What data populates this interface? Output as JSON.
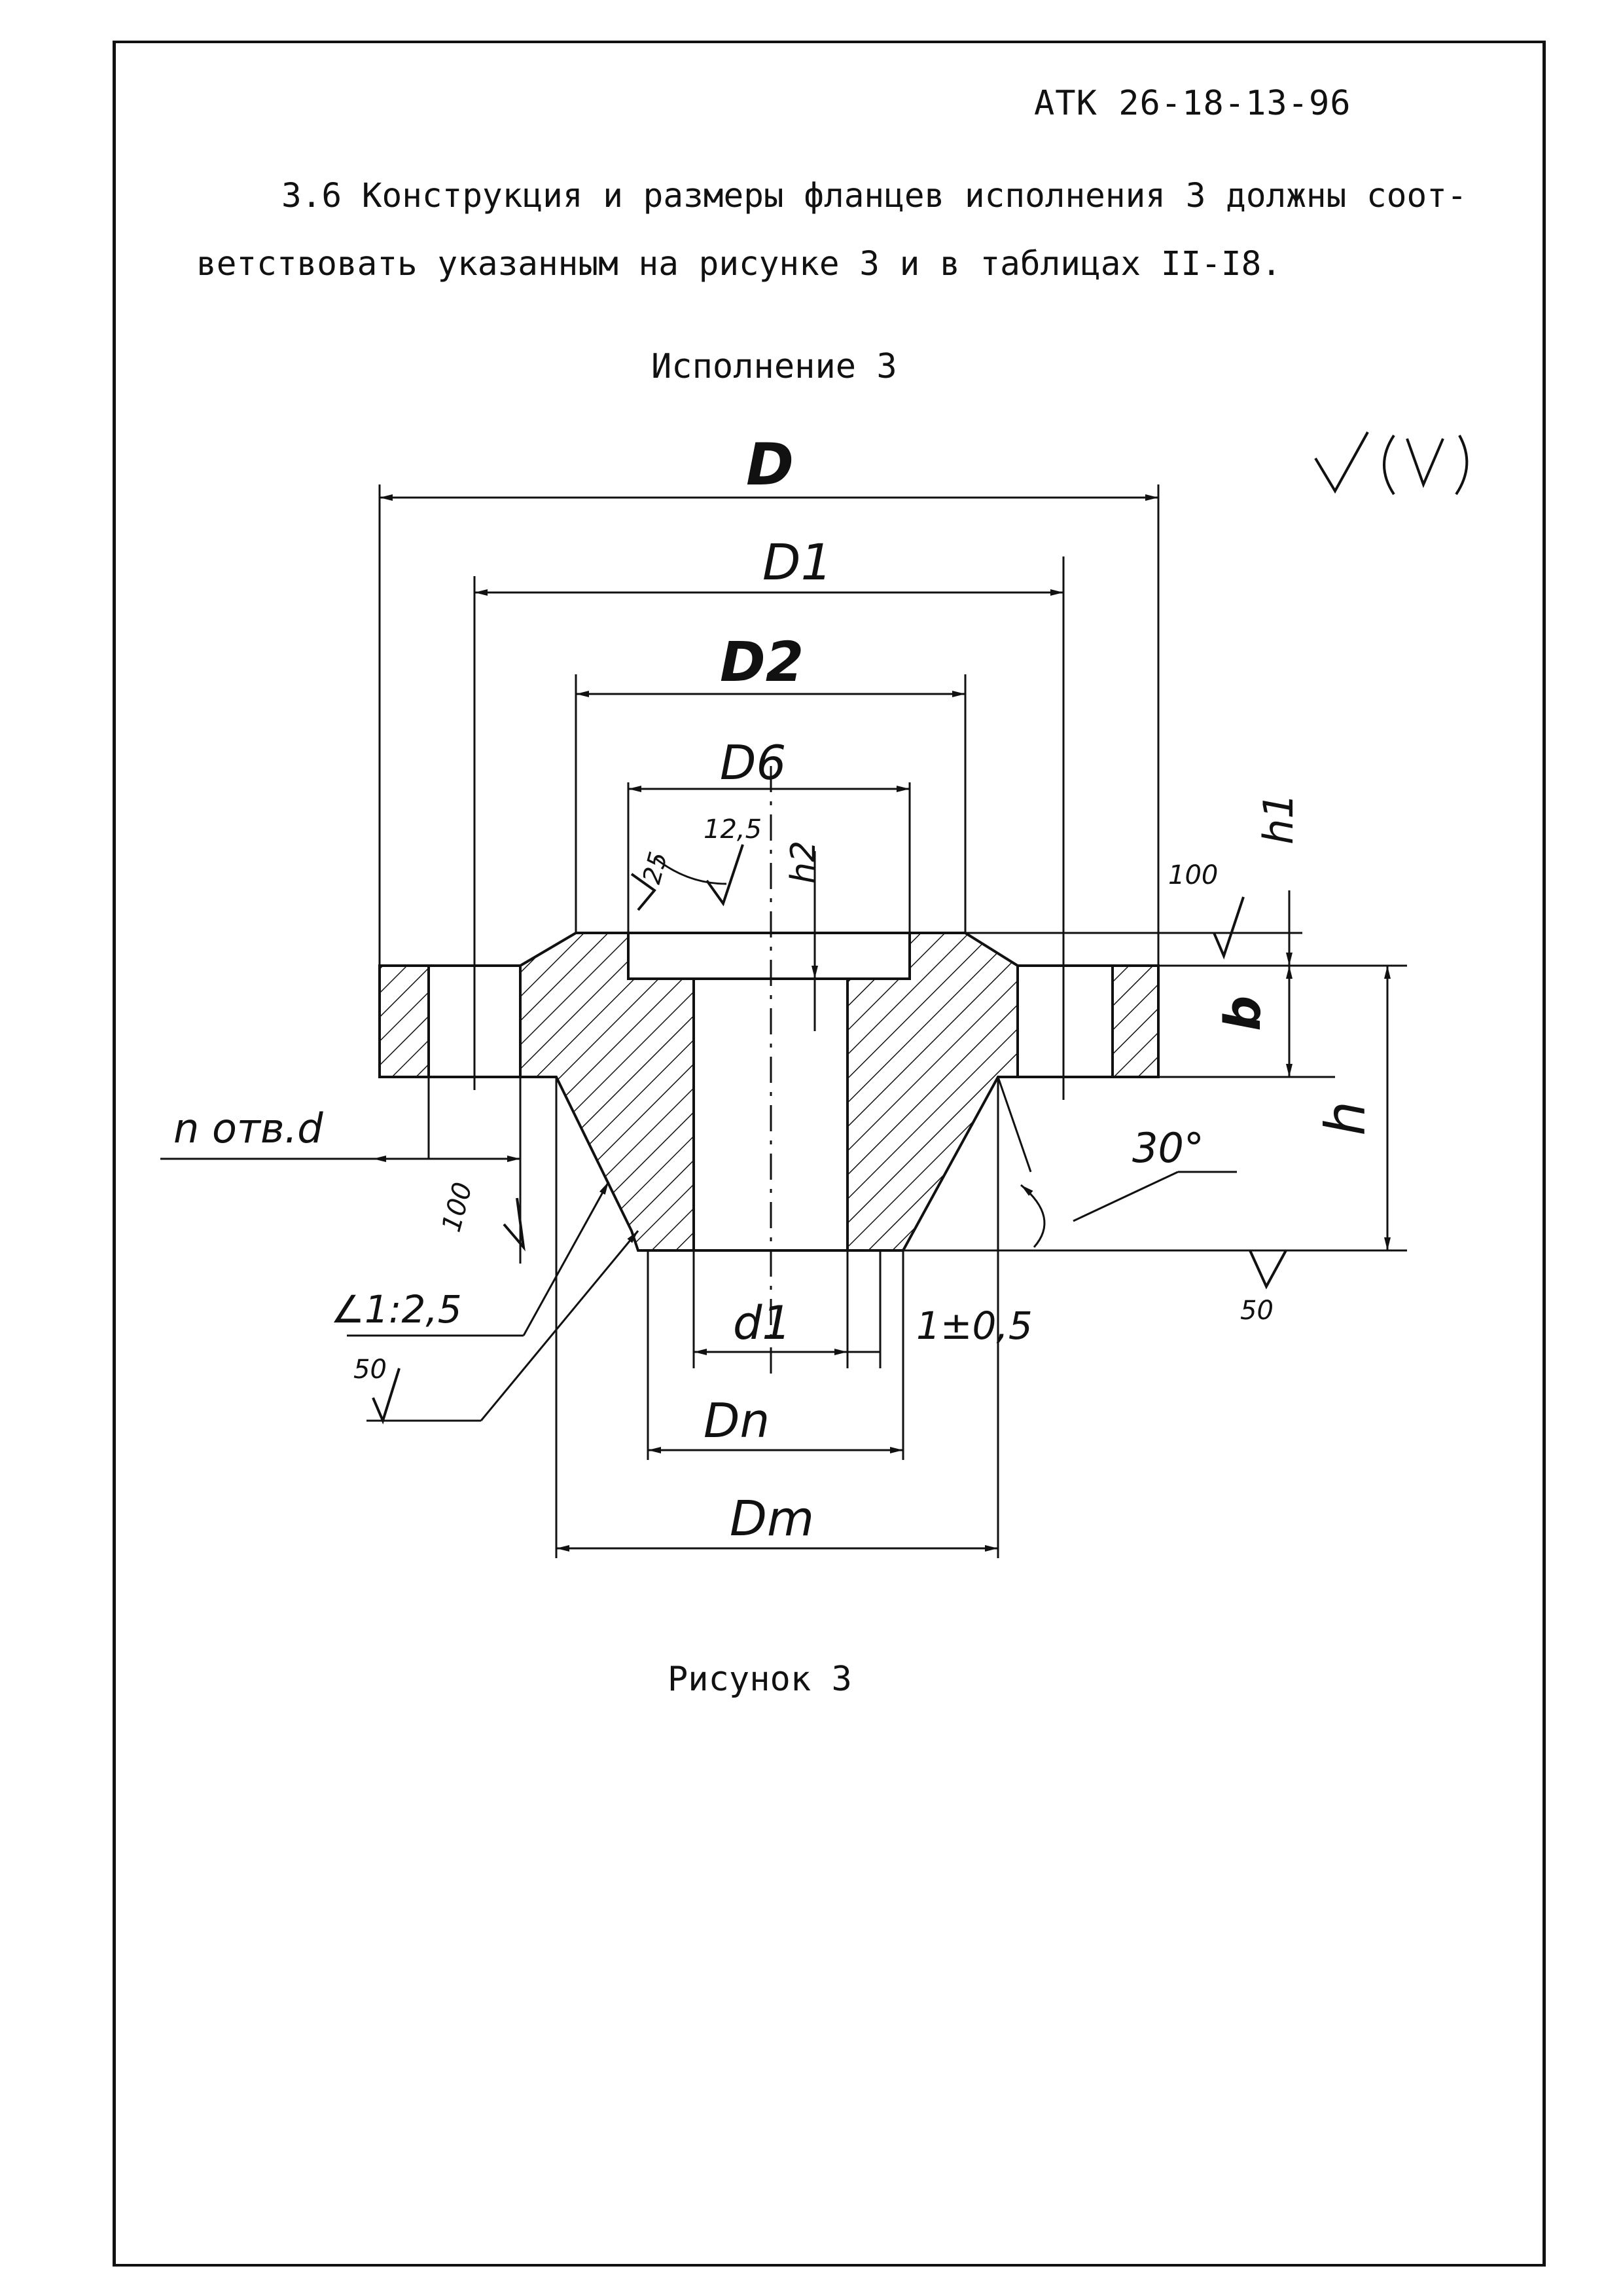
{
  "header": {
    "doc_code": "АТК 26-18-13-96"
  },
  "paragraph": {
    "line1": "3.6 Конструкция и размеры фланцев исполнения 3 должны соот-",
    "line2": "ветствовать указанным на рисунке 3 и в таблицах II-I8."
  },
  "figure": {
    "title": "Исполнение 3",
    "caption": "Рисунок 3",
    "labels": {
      "D": "D",
      "D1": "D1",
      "D2": "D2",
      "D6": "D6",
      "r12": "12,5",
      "r25": "25",
      "h2": "h2",
      "r100_top": "100",
      "h1": "h1",
      "b": "b",
      "h": "h",
      "holes": "n отв.d",
      "r100_left": "100",
      "angle30": "30°",
      "taper": "∠1:2,5",
      "r50_left": "50",
      "d1": "d1",
      "tol": "1±0,5",
      "Dn": "Dn",
      "Dm": "Dm",
      "r50_bottom": "50"
    }
  },
  "colors": {
    "ink": "#111111",
    "paper": "#ffffff"
  }
}
